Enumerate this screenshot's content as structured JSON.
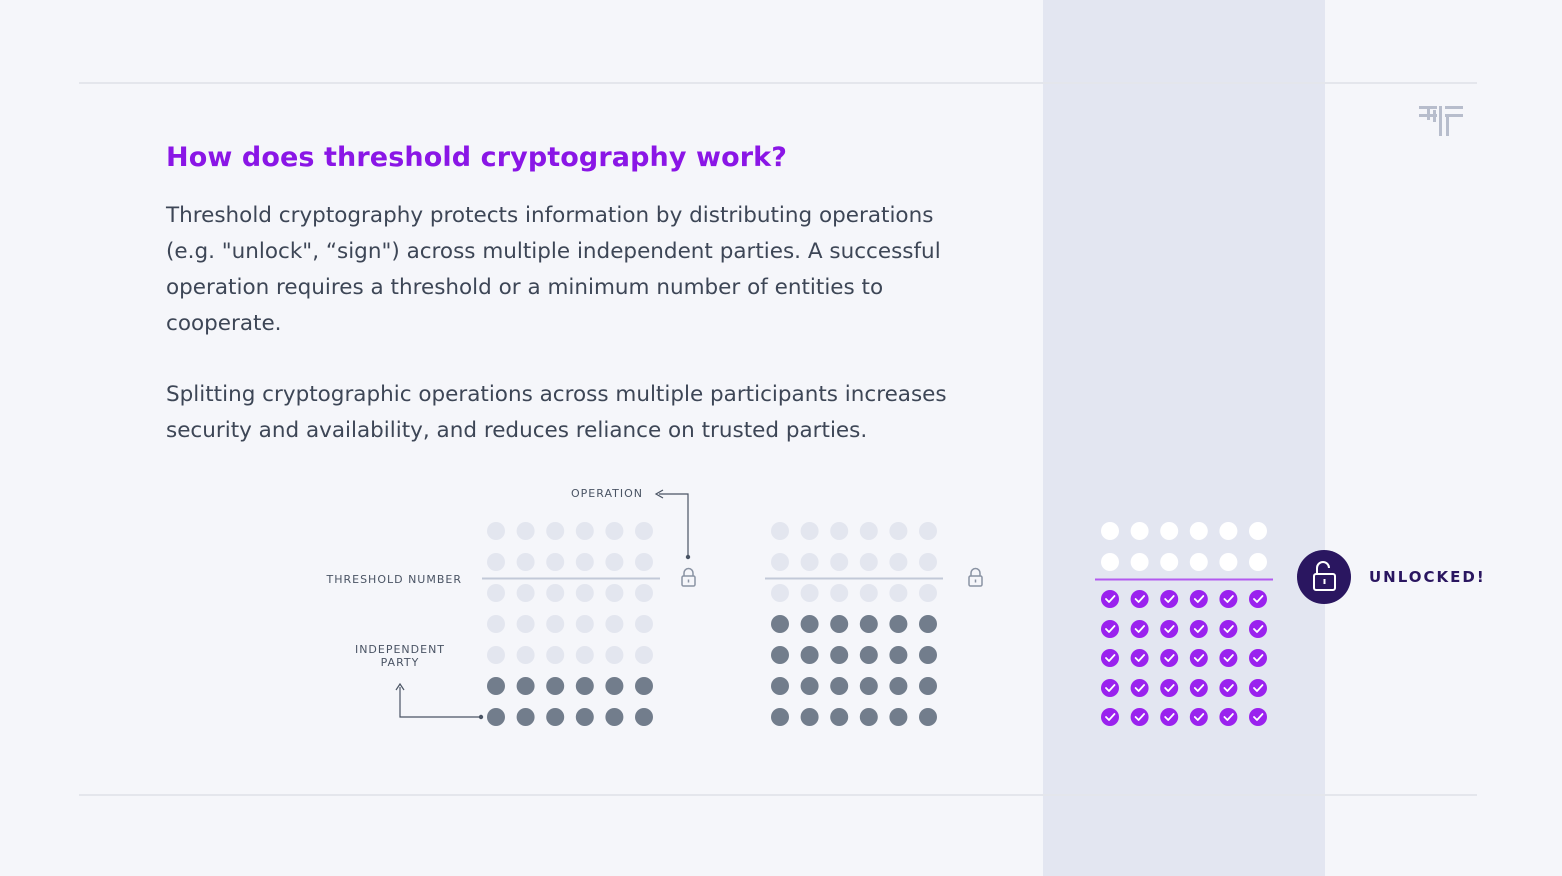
{
  "heading": "How does threshold cryptography work?",
  "paragraphs": [
    "Threshold cryptography protects information by distributing operations (e.g. \"unlock\", “sign\") across multiple independent parties. A successful operation requires a threshold or a minimum number of entities to cooperate.",
    "Splitting cryptographic operations across multiple participants increases security and availability, and reduces reliance on trusted parties."
  ],
  "diagram": {
    "labels": {
      "operation": "OPERATION",
      "threshold_number": "THRESHOLD NUMBER",
      "independent_party_line1": "INDEPENDENT",
      "independent_party_line2": "PARTY",
      "unlocked": "UNLOCKED!"
    },
    "grid": {
      "columns": 6,
      "rows": 7,
      "threshold_rows_from_bottom": 5
    },
    "panels": [
      {
        "name": "panel-1",
        "state": "locked",
        "cooperating_rows": 2
      },
      {
        "name": "panel-2",
        "state": "locked",
        "cooperating_rows": 4
      },
      {
        "name": "panel-3",
        "state": "unlocked",
        "cooperating_rows": 5
      }
    ],
    "icons": {
      "lock": "lock-icon",
      "unlock": "unlock-icon",
      "check": "check-icon",
      "logo": "logo-icon"
    }
  },
  "colors": {
    "accent": "#8a16e6",
    "check_dot": "#9a22ee",
    "inactive_dot": "#e3e6ef",
    "active_dot": "#727d8c",
    "white_dot": "#ffffff",
    "unlock_badge": "#2a1660",
    "side_band": "#e3e6f1"
  }
}
